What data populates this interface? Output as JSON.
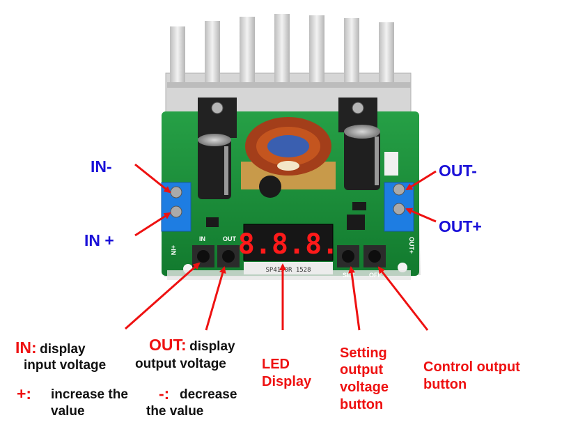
{
  "colors": {
    "callout_red": "#ee1111",
    "terminal_blue": "#1a10d8",
    "pcb_green": "#1a8a3a",
    "heatsink": "#d9d9d9",
    "led_red": "#ff1a1a"
  },
  "terminals": {
    "in_minus": "IN-",
    "in_plus": "IN +",
    "out_minus": "OUT-",
    "out_plus": "OUT+"
  },
  "board": {
    "silk_in": "IN",
    "silk_out": "OUT",
    "silk_set": "SET",
    "silk_off": "OFF",
    "silk_in_side": "+IN",
    "silk_out_side": "OUT+",
    "led_digits": "8.8.8.",
    "led_part": "SP4130R 1528",
    "inductor_label": "",
    "icons": [
      "heatsink-icon",
      "capacitor-icon",
      "inductor-icon",
      "led-display-icon",
      "push-button-icon",
      "terminal-block-icon"
    ]
  },
  "callouts": {
    "in_key": "IN:",
    "in_desc_1": "display",
    "in_desc_2": "input voltage",
    "out_key": "OUT:",
    "out_desc_1": "display",
    "out_desc_2": "output voltage",
    "led_1": "LED",
    "led_2": "Display",
    "set_1": "Setting",
    "set_2": "output",
    "set_3": "voltage",
    "set_4": "button",
    "ctrl_1": "Control output",
    "ctrl_2": "button",
    "plus_key": "+:",
    "plus_desc_1": "increase the",
    "plus_desc_2": "value",
    "minus_key": "-:",
    "minus_desc_1": "decrease",
    "minus_desc_2": "the value"
  }
}
